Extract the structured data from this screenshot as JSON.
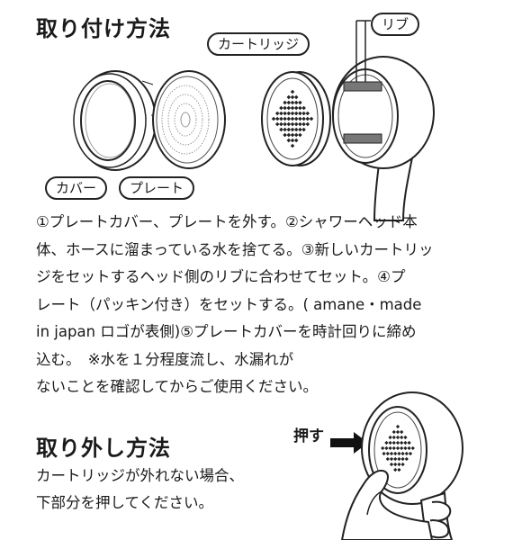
{
  "install": {
    "title": "取り付け方法",
    "labels": {
      "cartridge": "カートリッジ",
      "rib": "リブ",
      "cover": "カバー",
      "plate": "プレート"
    },
    "instructions": [
      "①プレートカバー、プレートを外す。②シャワーヘッド本",
      "体、ホースに溜まっている水を捨てる。③新しいカートリッ",
      "ジをセットするヘッド側のリブに合わせてセット。④プ",
      "レート（パッキン付き）をセットする。( amane・made",
      "in japan ロゴが表側)⑤プレートカバーを時計回りに締め",
      "込む。　※水を１分程度流し、水漏れが",
      "ないことを確認してからご使用ください。"
    ]
  },
  "removal": {
    "title": "取り外し方法",
    "push_label": "押す",
    "instructions": [
      "カートリッジが外れない場合、",
      "下部分を押してください。"
    ]
  }
}
